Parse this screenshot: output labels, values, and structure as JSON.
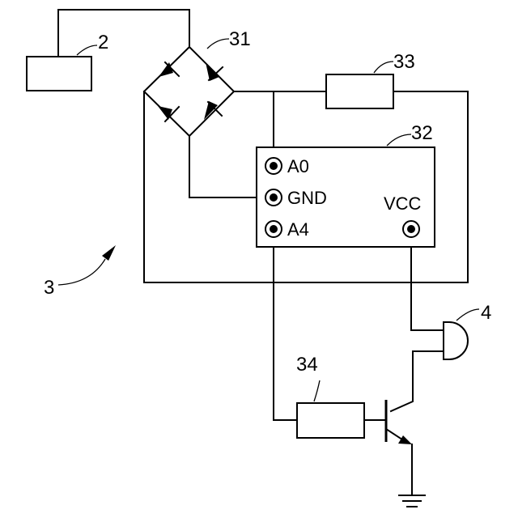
{
  "reference_numerals": {
    "device": "2",
    "system": "3",
    "bridge_rectifier": "31",
    "controller": "32",
    "resistor_top": "33",
    "resistor_base": "34",
    "buzzer": "4"
  },
  "controller_pins": {
    "a0": "A0",
    "gnd": "GND",
    "a4": "A4",
    "vcc": "VCC"
  }
}
